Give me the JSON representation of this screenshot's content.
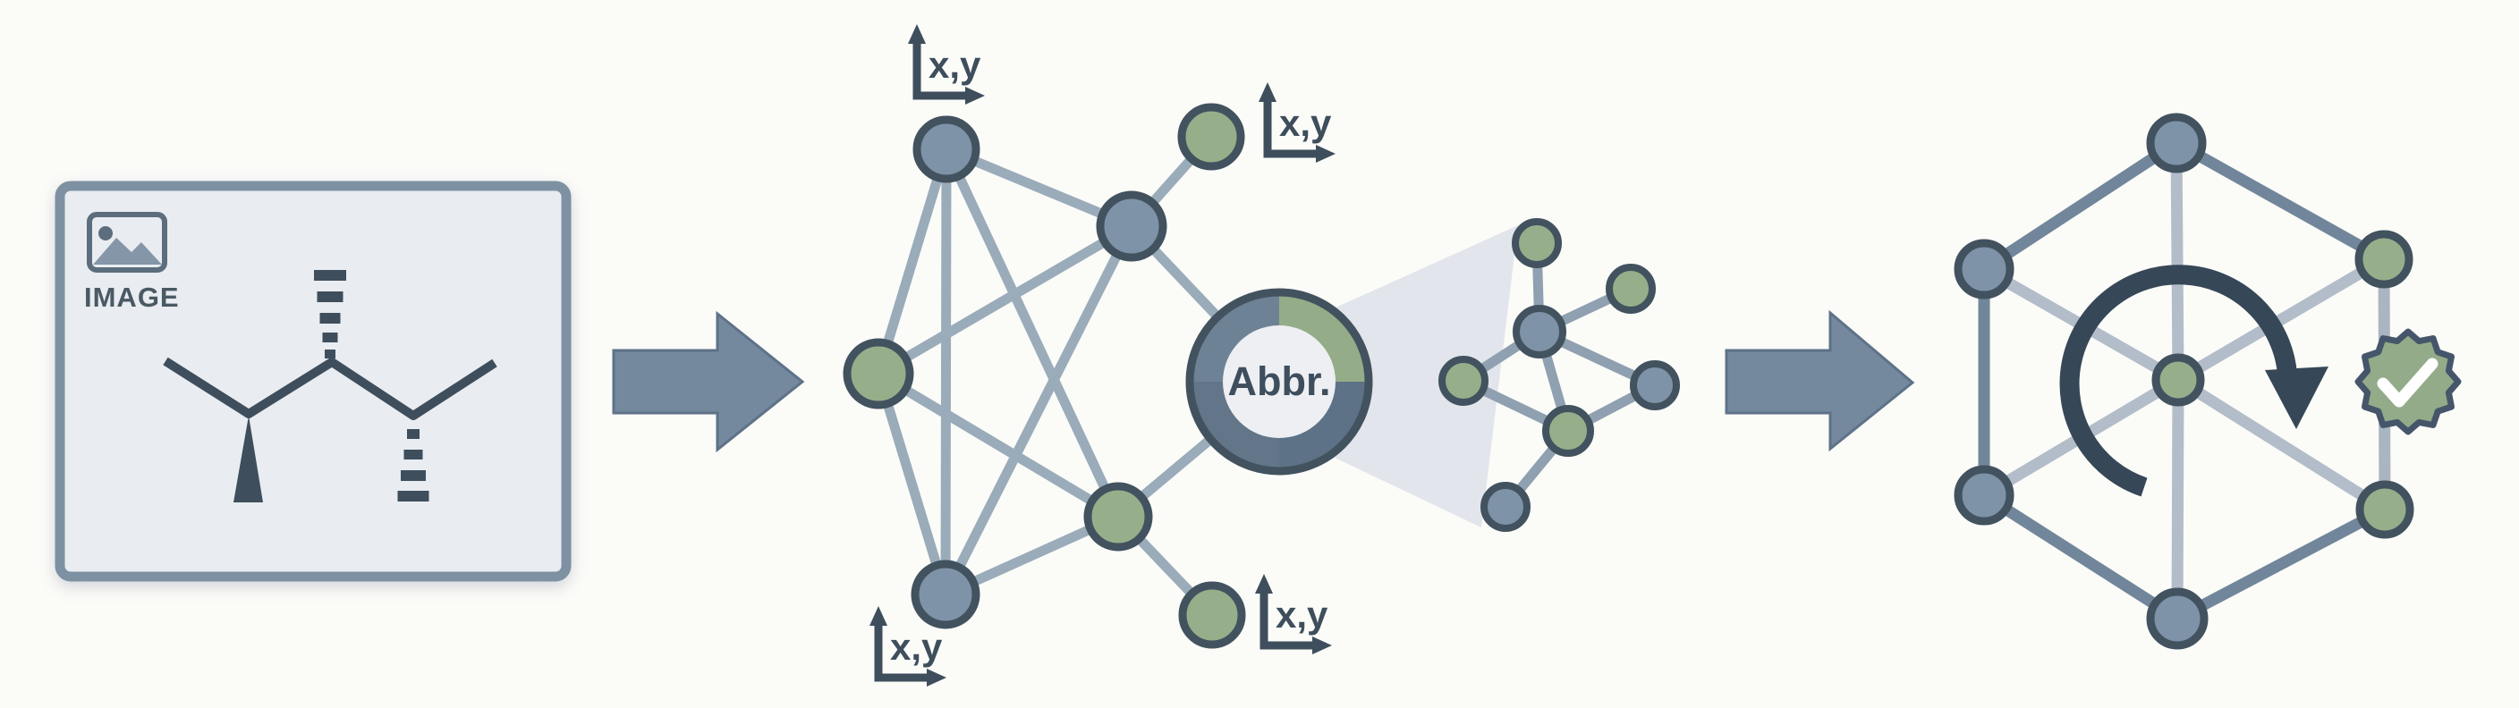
{
  "figure": {
    "panel_label": "IMAGE",
    "coord_label": "x,y",
    "abbr_label": "Abbr."
  },
  "icons": [
    "image-icon",
    "picture-mountain-icon",
    "block-arrow-right-icon",
    "xy-axis-icon",
    "abbreviation-ring-icon",
    "zoom-beam",
    "rotation-arrow-icon",
    "verified-badge-icon",
    "checkmark-icon",
    "wedge-bond-icon",
    "hashed-bond-icon"
  ],
  "colors": {
    "background": "#fbfbf8",
    "panel_fill": "#e9ecf0",
    "panel_border": "#7e91a3",
    "ink": "#3e4e5c",
    "label_gray": "#4a5963",
    "icon_gray": "#5c6e7d",
    "mountain_gray": "#8496a7",
    "node_blue": "#7e93a7",
    "node_green": "#97ae8b",
    "node_outline": "#42525f",
    "edge_mid": "#9aabba",
    "edge_sub": "#8fa0b0",
    "hex_perimeter": "#71869a",
    "hex_spoke": "#b2bdc9",
    "hex_right_edge": "#a9b6c2",
    "arrow_fill": "#74889e",
    "arrow_stroke": "#5e7288",
    "beam": "#dde1e9",
    "ring_green": "#95ac89",
    "ring_q2": "#5d7286",
    "ring_q3": "#637689",
    "ring_q4": "#6e8295",
    "ring_inner": "#edeff3",
    "rotation": "#364757",
    "badge_fill": "#93ab88",
    "badge_outline": "#45566b",
    "check": "#ffffff"
  }
}
